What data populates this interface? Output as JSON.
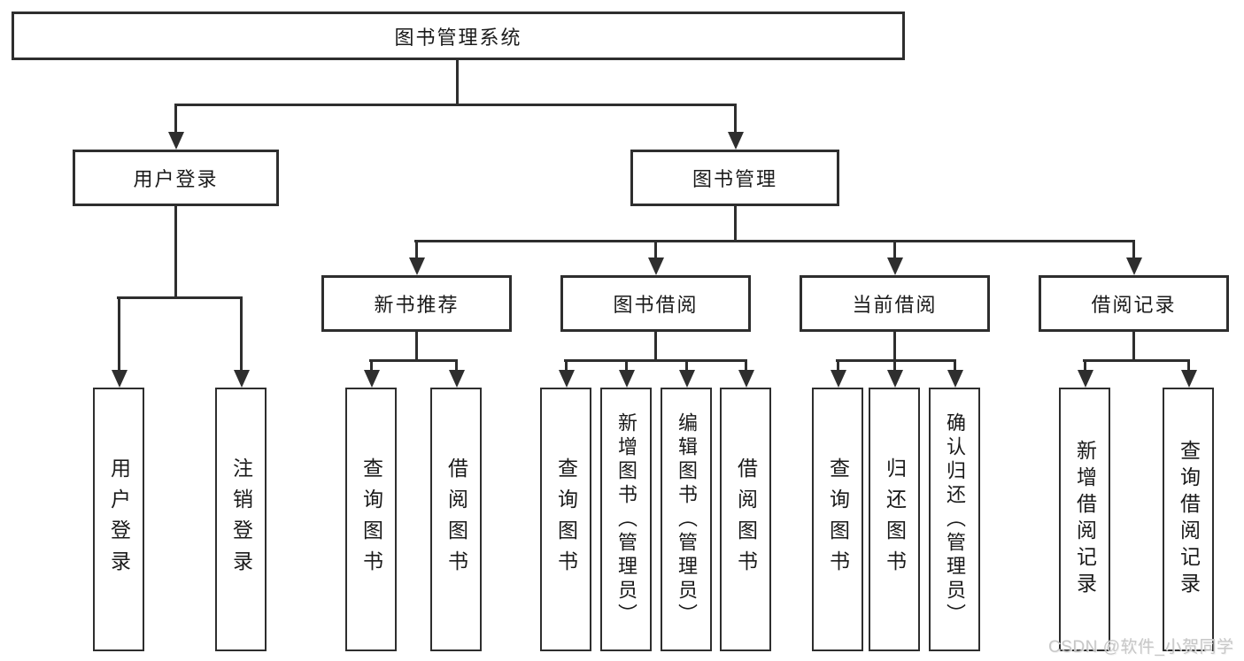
{
  "colors": {
    "line": "#2e2e2e",
    "box_border": "#2e2e2e",
    "text": "#1a1a1a",
    "background": "#ffffff",
    "watermark": "#c3c3c3"
  },
  "watermark": {
    "text": "CSDN @软件_小贺同学"
  },
  "diagram": {
    "type": "hierarchy-tree",
    "root": {
      "label": "图书管理系统"
    },
    "branches": [
      {
        "label": "用户登录",
        "children": [
          {
            "label": "用户登录"
          },
          {
            "label": "注销登录"
          }
        ]
      },
      {
        "label": "图书管理",
        "children": [
          {
            "label": "新书推荐",
            "children": [
              {
                "label": "查询图书"
              },
              {
                "label": "借阅图书"
              }
            ]
          },
          {
            "label": "图书借阅",
            "children": [
              {
                "label": "查询图书"
              },
              {
                "label": "新增图书（管理员）"
              },
              {
                "label": "编辑图书（管理员）"
              },
              {
                "label": "借阅图书"
              }
            ]
          },
          {
            "label": "当前借阅",
            "children": [
              {
                "label": "查询图书"
              },
              {
                "label": "归还图书"
              },
              {
                "label": "确认归还（管理员）"
              }
            ]
          },
          {
            "label": "借阅记录",
            "children": [
              {
                "label": "新增借阅记录"
              },
              {
                "label": "查询借阅记录"
              }
            ]
          }
        ]
      }
    ]
  }
}
